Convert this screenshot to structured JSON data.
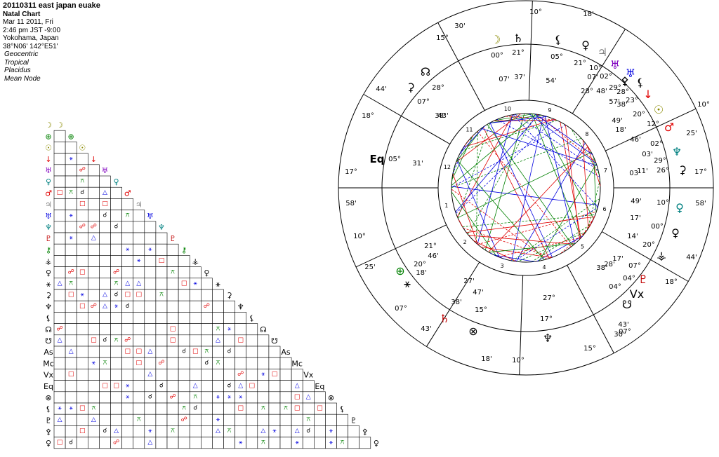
{
  "header": {
    "title": "20110311 east japan euake",
    "chart_type": "Natal Chart",
    "date": "Mar 11 2011, Fri",
    "time": "2:46 pm  JST -9:00",
    "place": "Yokohama, Japan",
    "coords": "38°N06' 142°E51'",
    "options": [
      "Geocentric",
      "Tropical",
      "Placidus",
      "Mean Node"
    ]
  },
  "grid": {
    "rows": [
      {
        "glyph": "☽",
        "color": "#8a8a00"
      },
      {
        "glyph": "⊕",
        "color": "#008000"
      },
      {
        "glyph": "☉",
        "color": "#8a8a00"
      },
      {
        "glyph": "↓",
        "color": "#e00000"
      },
      {
        "glyph": "♅",
        "color": "#8000c0"
      },
      {
        "glyph": "♀",
        "color": "#008080"
      },
      {
        "glyph": "♂",
        "color": "#e00000"
      },
      {
        "glyph": "♃",
        "color": "#808080"
      },
      {
        "glyph": "♅",
        "color": "#0000e0"
      },
      {
        "glyph": "♆",
        "color": "#008080"
      },
      {
        "glyph": "♇",
        "color": "#c00000"
      },
      {
        "glyph": "⚷",
        "color": "#008000"
      },
      {
        "glyph": "⚶",
        "color": "#000000"
      },
      {
        "glyph": "♀",
        "color": "#000000"
      },
      {
        "glyph": "⚹",
        "color": "#000000"
      },
      {
        "glyph": "⚳",
        "color": "#000000"
      },
      {
        "glyph": "♆",
        "color": "#000000"
      },
      {
        "glyph": "⚸",
        "color": "#000000"
      },
      {
        "glyph": "☊",
        "color": "#000000"
      },
      {
        "glyph": "☋",
        "color": "#000000"
      },
      {
        "glyph": "As",
        "color": "#000000"
      },
      {
        "glyph": "Mc",
        "color": "#000000"
      },
      {
        "glyph": "Vx",
        "color": "#000000"
      },
      {
        "glyph": "Eq",
        "color": "#000000"
      },
      {
        "glyph": "⊗",
        "color": "#000000"
      },
      {
        "glyph": "⚸",
        "color": "#000000"
      },
      {
        "glyph": "♇",
        "color": "#000000"
      },
      {
        "glyph": "⚴",
        "color": "#000000"
      },
      {
        "glyph": "♀",
        "color": "#000000"
      }
    ]
  },
  "wheel": {
    "houses": [
      "1",
      "2",
      "3",
      "4",
      "5",
      "6",
      "7",
      "8",
      "9",
      "10",
      "11",
      "12"
    ],
    "angles": {
      "mc": {
        "deg": "10°",
        "min": "18'"
      },
      "ic": {
        "deg": "10°",
        "min": "18'"
      },
      "asc": {
        "deg": "17°",
        "min": "58'"
      },
      "dsc": {
        "deg": "17°",
        "min": "58'"
      },
      "eq": {
        "label": "Eq",
        "deg": "05°",
        "min": "31'"
      }
    },
    "cusps": [
      {
        "deg": "30'",
        "min": "15°"
      },
      {
        "deg": "44'",
        "min": "18°"
      },
      {
        "deg": "10°",
        "min": "25'"
      },
      {
        "deg": "07°",
        "min": "43'"
      },
      {
        "deg": "07°",
        "min": "43'"
      },
      {
        "deg": "10°",
        "min": "25'"
      },
      {
        "deg": "44'",
        "min": "18°"
      },
      {
        "deg": "15°",
        "min": "30'"
      }
    ],
    "planets": [
      {
        "glyph": "☽",
        "color": "#8a8a00",
        "deg": "00°",
        "min": "07'"
      },
      {
        "glyph": "♄",
        "color": "#000000",
        "deg": "21°",
        "min": "37'"
      },
      {
        "glyph": "⚸",
        "color": "#000000",
        "deg": "05°",
        "min": "54'"
      },
      {
        "glyph": "☊",
        "color": "#000000",
        "deg": "28°",
        "min": "43'"
      },
      {
        "glyph": "⚳",
        "color": "#000000",
        "deg": "07°",
        "min": "38'"
      },
      {
        "glyph": "♀",
        "color": "#000000",
        "deg": "21°",
        "min": "28°"
      },
      {
        "glyph": "♃",
        "color": "#808080",
        "deg": "10°",
        "min": "07'"
      },
      {
        "glyph": "♅",
        "color": "#8000c0",
        "deg": "02°",
        "min": "48'"
      },
      {
        "glyph": "⚴",
        "color": "#000000",
        "deg": "29°",
        "min": "57'"
      },
      {
        "glyph": "♅",
        "color": "#0000e0",
        "deg": "28°",
        "min": "38'"
      },
      {
        "glyph": "⚸",
        "color": "#000000",
        "deg": "23°",
        "min": "49'"
      },
      {
        "glyph": "↓",
        "color": "#e00000",
        "deg": "20°",
        "min": "18'"
      },
      {
        "glyph": "☉",
        "color": "#8a8a00",
        "deg": "12°",
        "min": "46'"
      },
      {
        "glyph": "♂",
        "color": "#e00000",
        "deg": "02°",
        "min": "03'"
      },
      {
        "glyph": "♆",
        "color": "#008080",
        "deg": "29°",
        "min": "11'"
      },
      {
        "glyph": "⚳",
        "color": "#000000",
        "deg": "26°",
        "min": "03'"
      },
      {
        "glyph": "♀",
        "color": "#008080",
        "deg": "10°",
        "min": "49'"
      },
      {
        "glyph": "♀",
        "color": "#000000",
        "deg": "00°",
        "min": "17'"
      },
      {
        "glyph": "⚶",
        "color": "#000000",
        "deg": "20°",
        "min": "14'"
      },
      {
        "glyph": "♇",
        "color": "#c00000",
        "deg": "07°",
        "min": "17'"
      },
      {
        "glyph": "Vx",
        "color": "#000000",
        "deg": "04°",
        "min": "28'"
      },
      {
        "glyph": "☋",
        "color": "#000000",
        "deg": "04°",
        "min": "38'"
      },
      {
        "glyph": "♆",
        "color": "#000000",
        "deg": "17°",
        "min": "27°"
      },
      {
        "glyph": "⊗",
        "color": "#000000",
        "deg": "15°",
        "min": "47'"
      },
      {
        "glyph": "♄",
        "color": "#c00000",
        "deg": "38'",
        "min": "27'"
      },
      {
        "glyph": "⊕",
        "color": "#008000",
        "deg": "20°",
        "min": "21°"
      },
      {
        "glyph": "⚹",
        "color": "#000000",
        "deg": "18'",
        "min": "46'"
      }
    ]
  },
  "colors": {
    "hard": "#e00000",
    "soft": "#0000e0",
    "minor": "#008000"
  }
}
